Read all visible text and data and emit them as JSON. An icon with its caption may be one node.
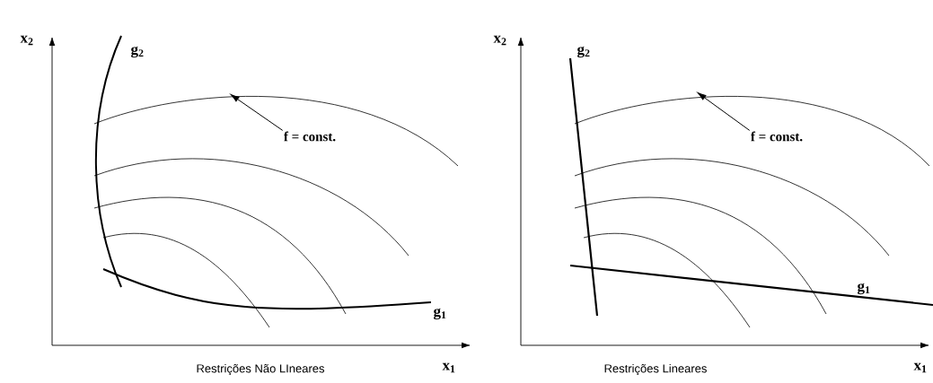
{
  "diagram": {
    "nodes": [
      {
        "text": [
          "f = const."
        ]
      },
      {
        "text": [
          "f = const."
        ]
      }
    ],
    "edges": [
      {
        "from": 0,
        "to": null,
        "arrow": "to"
      },
      {
        "from": 1,
        "to": null,
        "arrow": "to"
      }
    ],
    "labels": [
      "x$_{2}$",
      "g$_{2}$",
      "g$_{1}$",
      "x$_{1}$",
      "Restrições Não LIneares",
      "x$_{2}$",
      "g$_{2}$",
      "g$_{1}$",
      "x$_{1}$",
      "Restrições Lineares"
    ]
  }
}
